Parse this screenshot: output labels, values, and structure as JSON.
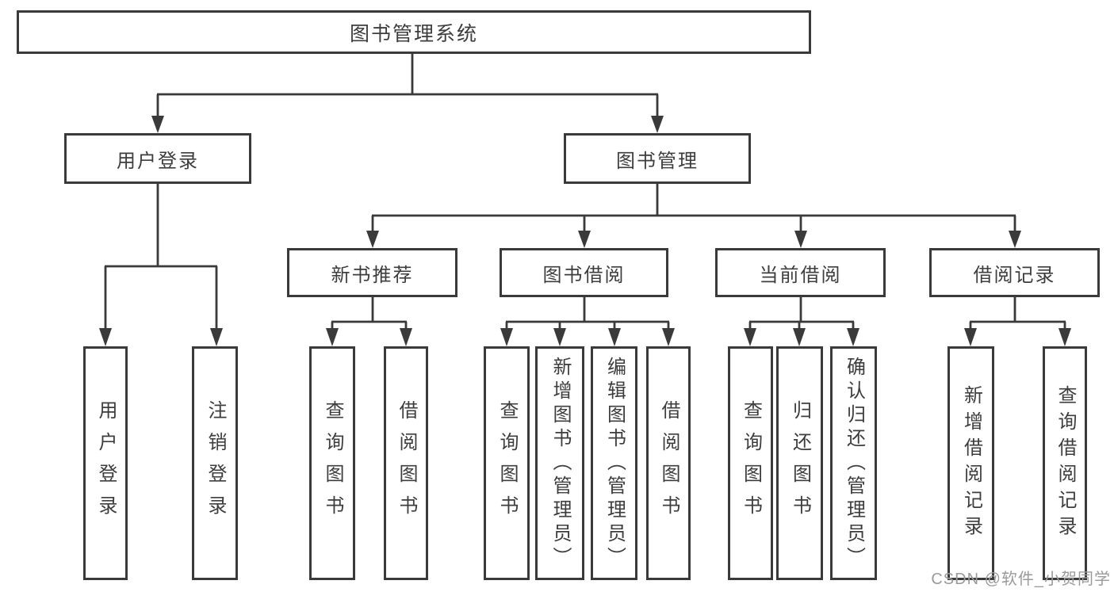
{
  "root": {
    "label": "图书管理系统"
  },
  "level2": [
    {
      "label": "用户登录"
    },
    {
      "label": "图书管理"
    }
  ],
  "level3": [
    {
      "label": "新书推荐"
    },
    {
      "label": "图书借阅"
    },
    {
      "label": "当前借阅"
    },
    {
      "label": "借阅记录"
    }
  ],
  "leaves": [
    {
      "label": "用户登录"
    },
    {
      "label": "注销登录"
    },
    {
      "label": "查询图书"
    },
    {
      "label": "借阅图书"
    },
    {
      "label": "查询图书"
    },
    {
      "label": "新增图书（管理员）"
    },
    {
      "label": "编辑图书（管理员）"
    },
    {
      "label": "借阅图书"
    },
    {
      "label": "查询图书"
    },
    {
      "label": "归还图书"
    },
    {
      "label": "确认归还（管理员）"
    },
    {
      "label": "新增借阅记录"
    },
    {
      "label": "查询借阅记录"
    }
  ],
  "watermark": {
    "text": "CSDN @软件_小贺同学"
  },
  "colors": {
    "line": "#3a3a3a",
    "text": "#3d3d3d",
    "watermark": "#9a9a9a",
    "background": "#ffffff"
  }
}
